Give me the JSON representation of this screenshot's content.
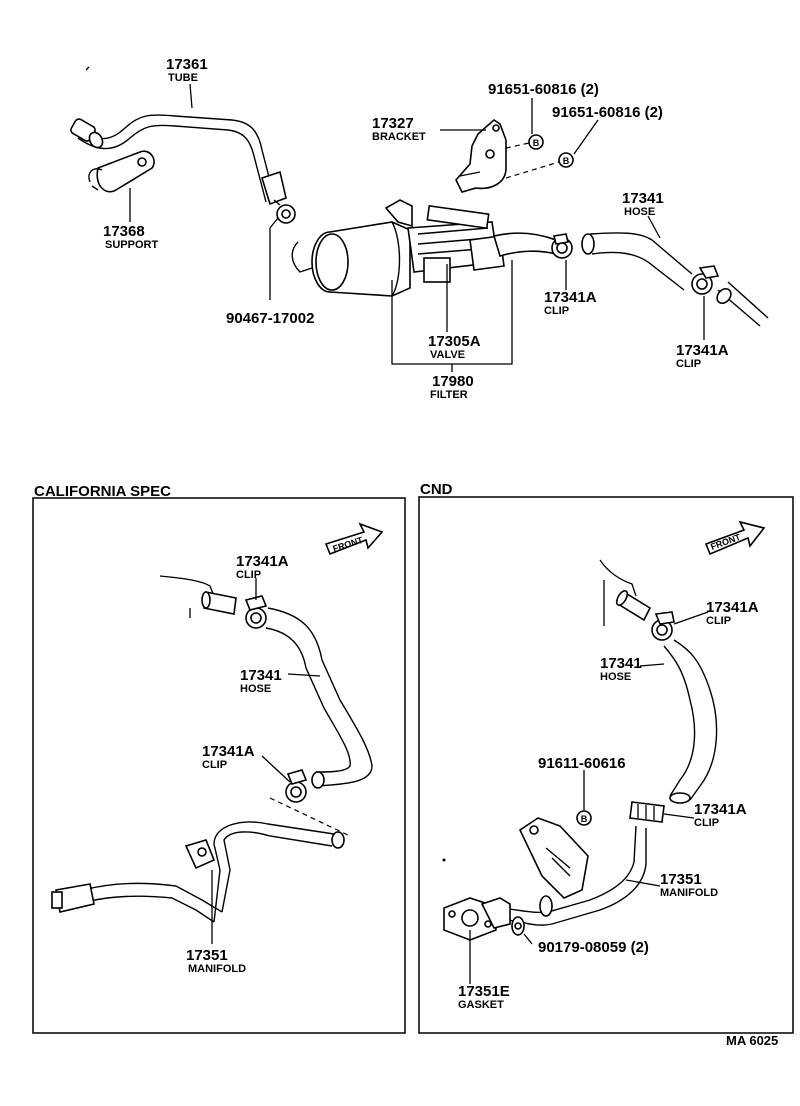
{
  "parts": {
    "tube": {
      "number": "17361",
      "name": "TUBE"
    },
    "support": {
      "number": "17368",
      "name": "SUPPORT"
    },
    "tube_clip": {
      "number": "90467-17002"
    },
    "bracket": {
      "number": "17327",
      "name": "BRACKET"
    },
    "bracket_bolt_1": {
      "number": "91651-60816 (2)"
    },
    "bracket_bolt_2": {
      "number": "91651-60816 (2)"
    },
    "valve": {
      "number": "17305A",
      "name": "VALVE"
    },
    "filter": {
      "number": "17980",
      "name": "FILTER"
    },
    "hose_top": {
      "number": "17341",
      "name": "HOSE"
    },
    "clip_top_1": {
      "number": "17341A",
      "name": "CLIP"
    },
    "clip_top_2": {
      "number": "17341A",
      "name": "CLIP"
    }
  },
  "california": {
    "title": "CALIFORNIA  SPEC",
    "front": "FRONT",
    "clip_1": {
      "number": "17341A",
      "name": "CLIP"
    },
    "hose": {
      "number": "17341",
      "name": "HOSE"
    },
    "clip_2": {
      "number": "17341A",
      "name": "CLIP"
    },
    "manifold": {
      "number": "17351",
      "name": "MANIFOLD"
    }
  },
  "cnd": {
    "title": "CND",
    "front": "FRONT",
    "clip_1": {
      "number": "17341A",
      "name": "CLIP"
    },
    "hose": {
      "number": "17341",
      "name": "HOSE"
    },
    "bolt": {
      "number": "91611-60616"
    },
    "clip_2": {
      "number": "17341A",
      "name": "CLIP"
    },
    "manifold": {
      "number": "17351",
      "name": "MANIFOLD"
    },
    "nut": {
      "number": "90179-08059 (2)"
    },
    "gasket": {
      "number": "17351E",
      "name": "GASKET"
    }
  },
  "diagram_code": "MA  6025"
}
